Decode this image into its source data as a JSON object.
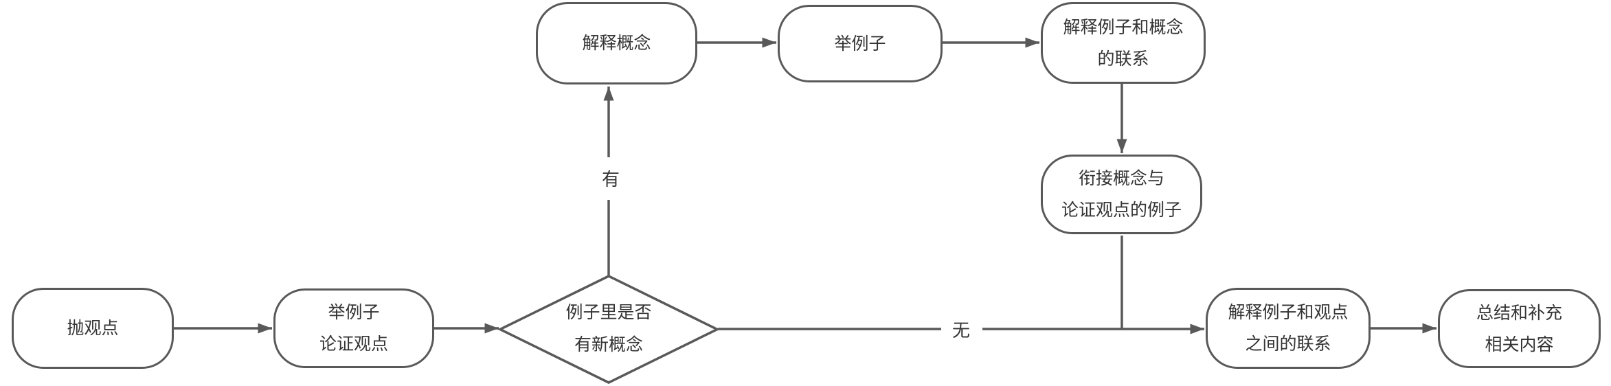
{
  "diagram": {
    "type": "flowchart",
    "colors": {
      "line": "#595959",
      "text": "#333333",
      "background": "#ffffff"
    },
    "nodes": {
      "start": {
        "label": "抛观点",
        "shape": "rounded"
      },
      "example_argue": {
        "label": "举例子\n论证观点",
        "shape": "rounded"
      },
      "decision_new_concept": {
        "label": "例子里是否\n有新概念",
        "shape": "diamond"
      },
      "explain_concept": {
        "label": "解释概念",
        "shape": "rounded"
      },
      "give_example": {
        "label": "举例子",
        "shape": "rounded"
      },
      "explain_example_concept": {
        "label": "解释例子和概念\n的联系",
        "shape": "rounded"
      },
      "bridge_concept_example": {
        "label": "衔接概念与\n论证观点的例子",
        "shape": "rounded"
      },
      "explain_example_viewpoint": {
        "label": "解释例子和观点\n之间的联系",
        "shape": "rounded"
      },
      "summary": {
        "label": "总结和补充\n相关内容",
        "shape": "rounded"
      }
    },
    "edge_labels": {
      "has_new_concept": "有",
      "no_new_concept": "无"
    }
  }
}
